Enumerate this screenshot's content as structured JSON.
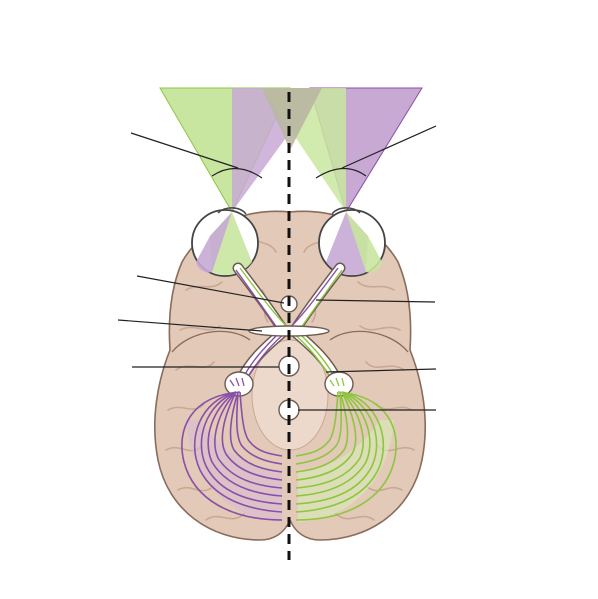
{
  "diagram": {
    "description_visible_text": "",
    "labels": [],
    "colors": {
      "left_field": "#c9e6a0",
      "right_field": "#c7a9d4",
      "overlap_field": "#b9b7a2",
      "green_fibers": "#8dc63f",
      "purple_fibers": "#8a4fa8",
      "brain_fill": "#e3c9b7",
      "brain_stroke": "#8a6b5c",
      "gyri_stroke": "#c9a895",
      "leader_line": "#222222",
      "midline": "#111111"
    },
    "icons": [
      "eye-left",
      "eye-right",
      "brain-ventral-view",
      "optic-chiasm",
      "lateral-geniculate-nucleus",
      "visual-cortex"
    ]
  }
}
